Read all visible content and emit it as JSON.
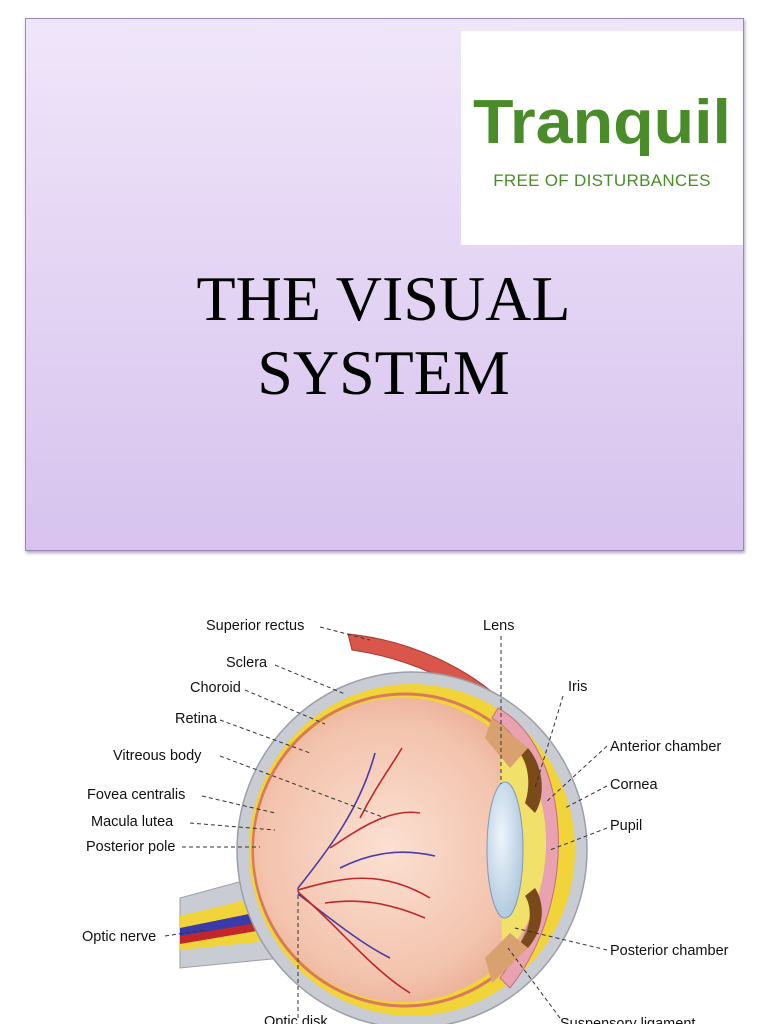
{
  "logo": {
    "name": "Tranquil",
    "tagline": "FREE OF DISTURBANCES",
    "color": "#4a8c2a"
  },
  "title": {
    "line1": "THE VISUAL",
    "line2": "SYSTEM"
  },
  "diagram": {
    "labels": {
      "superior_rectus": "Superior rectus",
      "sclera": "Sclera",
      "choroid": "Choroid",
      "retina": "Retina",
      "vitreous_body": "Vitreous body",
      "fovea_centralis": "Fovea centralis",
      "macula_lutea": "Macula lutea",
      "posterior_pole": "Posterior pole",
      "optic_nerve": "Optic nerve",
      "optic_disk": "Optic disk",
      "lens": "Lens",
      "iris": "Iris",
      "anterior_chamber": "Anterior chamber",
      "cornea": "Cornea",
      "pupil": "Pupil",
      "posterior_chamber": "Posterior chamber",
      "suspensory_ligament": "Suspensory ligament"
    }
  }
}
